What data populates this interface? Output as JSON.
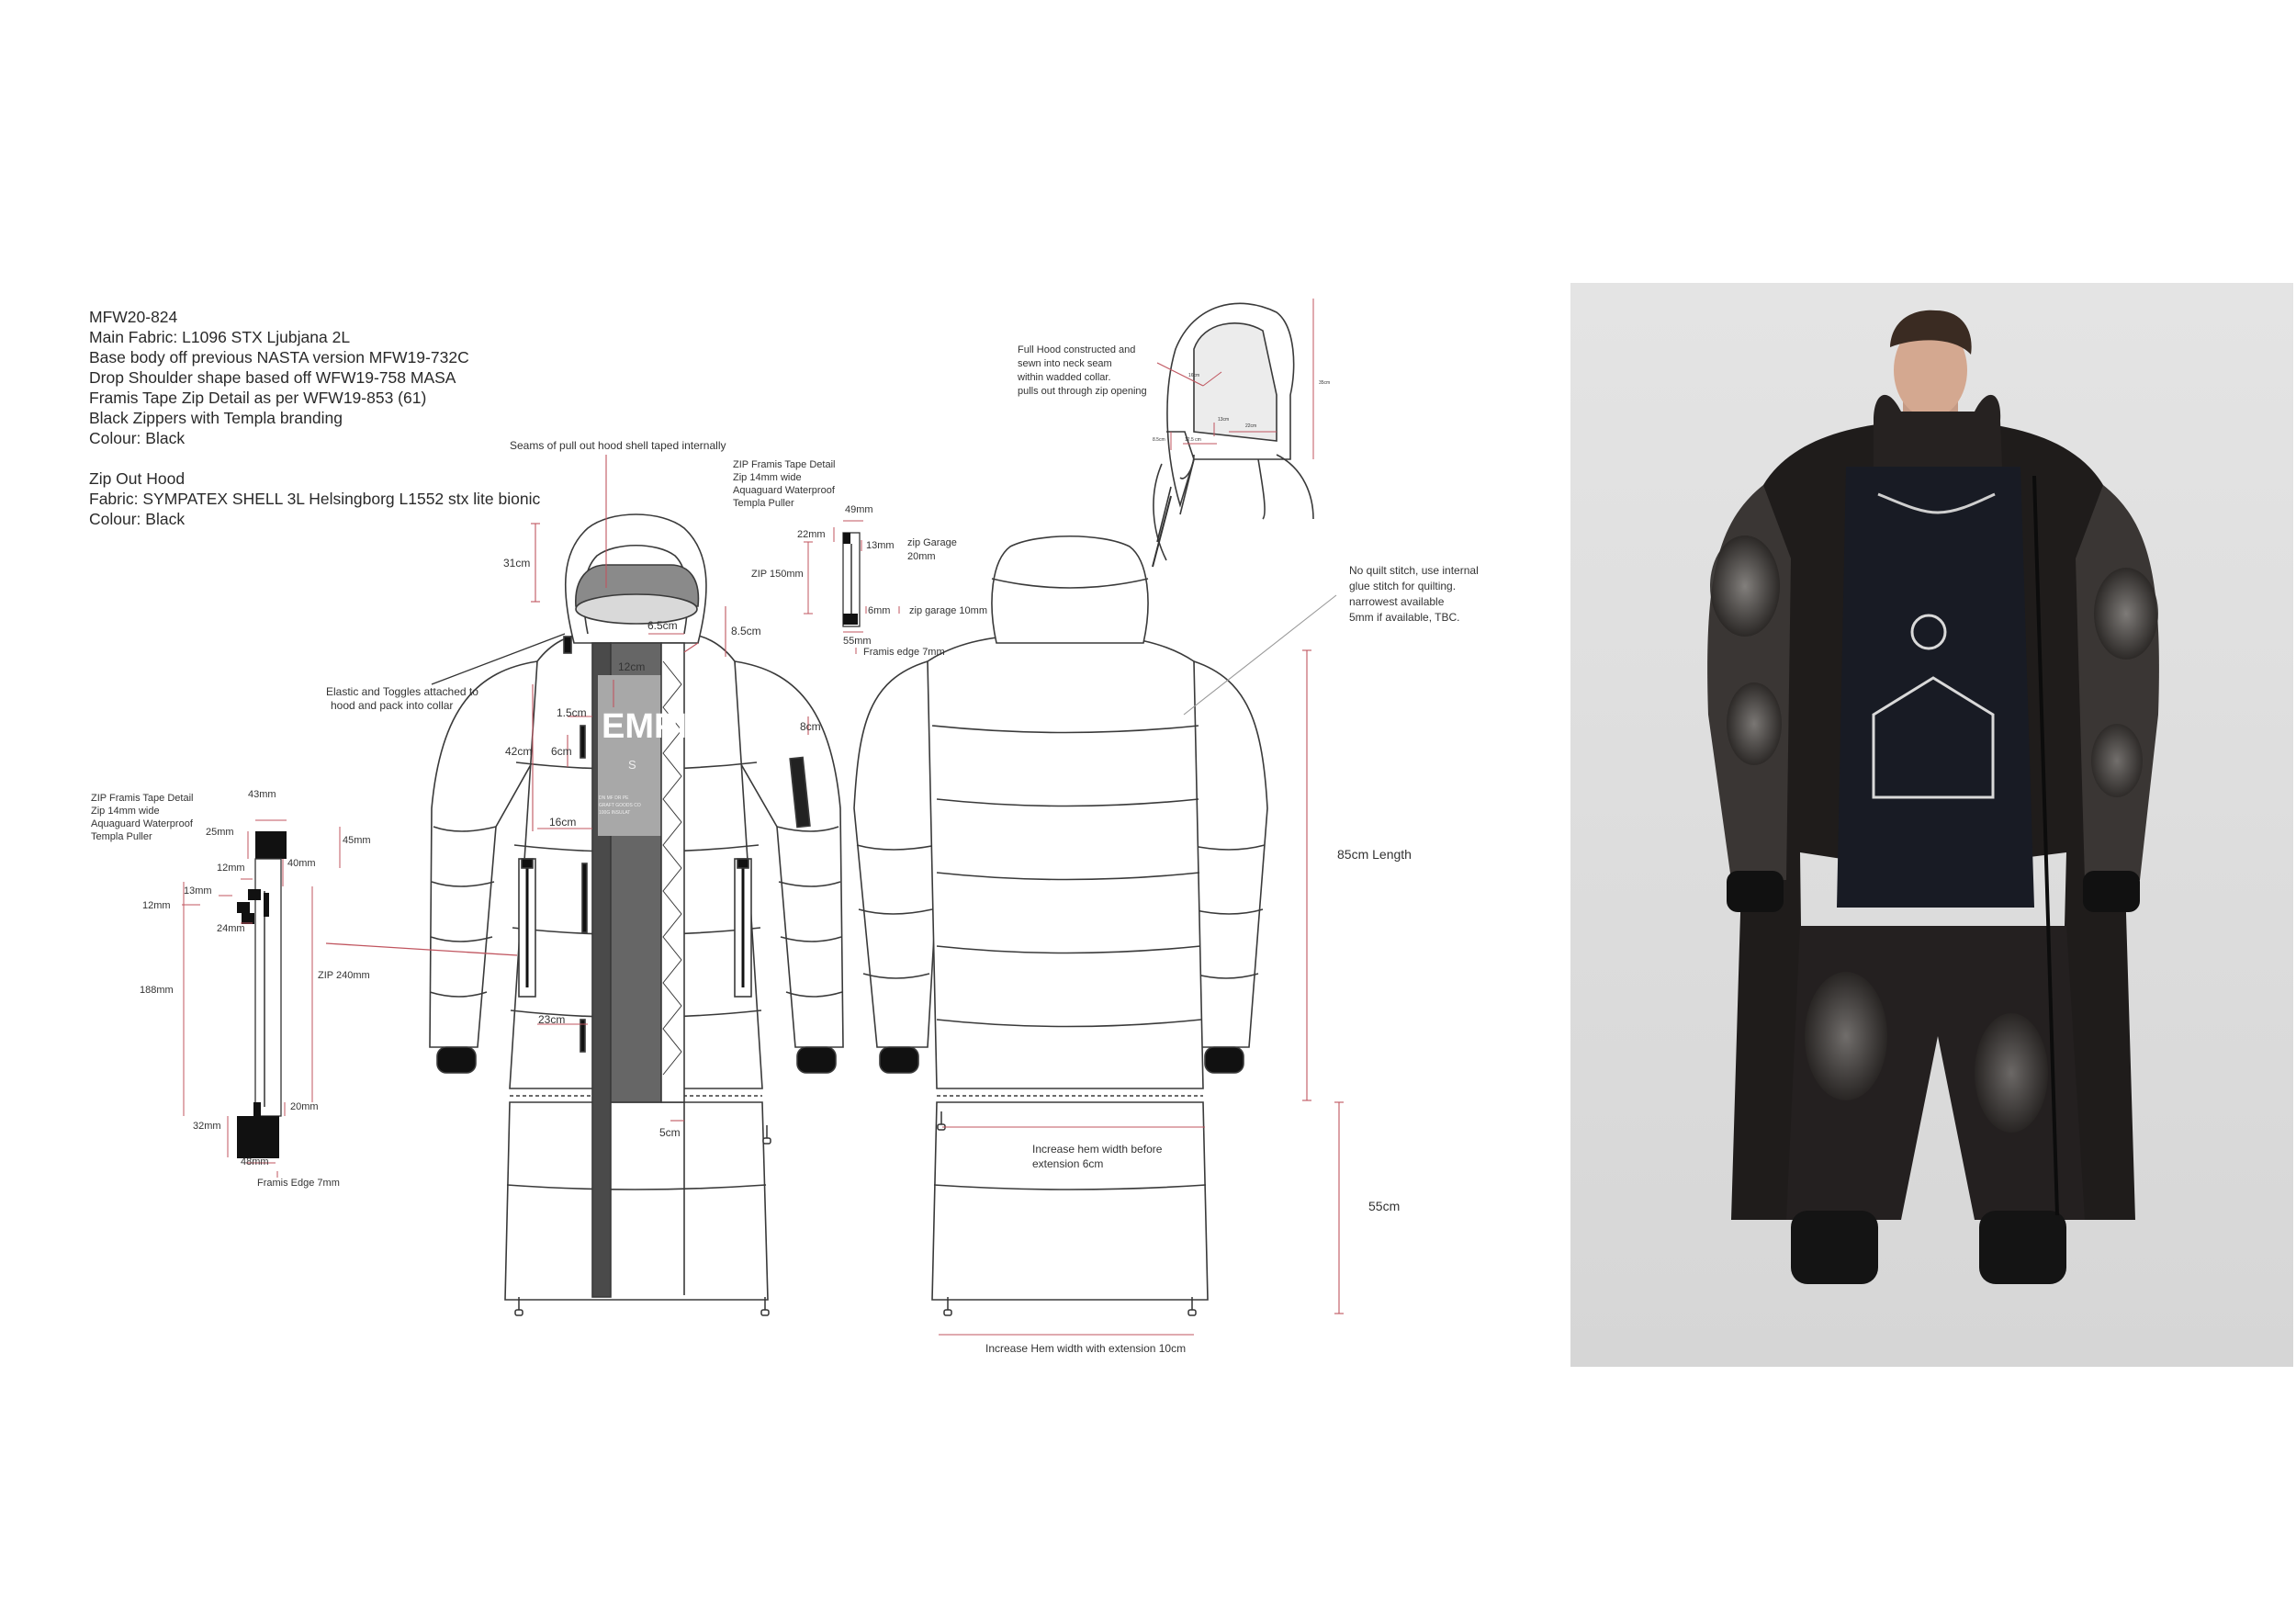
{
  "spec": {
    "lines": [
      "MFW20-824",
      "Main Fabric: L1096 STX Ljubjana 2L",
      "Base body off previous NASTA version MFW19-732C",
      "Drop Shoulder shape based off WFW19-758 MASA",
      "Framis Tape Zip Detail as per WFW19-853  (61)",
      "Black Zippers with Templa branding",
      "Colour: Black"
    ],
    "hood_lines": [
      "Zip Out Hood",
      "Fabric:  SYMPATEX SHELL 3L Helsingborg L1552 stx lite bionic",
      "Colour: Black"
    ]
  },
  "annotations": {
    "seams_hood": "Seams of pull out hood shell taped internally",
    "elastic_1": "Elastic and Toggles attached to",
    "elastic_2": "hood and pack into collar",
    "hood_note": [
      "Full Hood constructed and",
      "sewn into neck seam",
      "within wadded collar.",
      "pulls out through zip opening"
    ],
    "quilt_note": [
      "No quilt stitch, use internal",
      "glue stitch for quilting.",
      "narrowest available",
      "5mm if available, TBC."
    ],
    "hem_before": [
      "Increase hem width before",
      "extension 6cm"
    ],
    "hem_ext": "Increase Hem width with extension 10cm",
    "length": "85cm Length",
    "ext_len": "55cm"
  },
  "front_dims": {
    "d31": "31cm",
    "d65": "6.5cm",
    "d85": "8.5cm",
    "d12": "12cm",
    "d15": "1.5cm",
    "d42": "42cm",
    "d6": "6cm",
    "d8": "8cm",
    "d16": "16cm",
    "d23": "23cm",
    "d5": "5cm"
  },
  "chest_graphic": {
    "word": "EMPI",
    "letter": "S",
    "small": [
      "DN MF      DR PE",
      "GRAFT GOODS CO",
      "100G INSULAT"
    ]
  },
  "zip_detail_top": {
    "lines": [
      "ZIP Framis Tape Detail",
      "Zip 14mm wide",
      "Aquaguard Waterproof",
      "Templa Puller"
    ],
    "d49": "49mm",
    "d22": "22mm",
    "d13": "13mm",
    "garage": [
      "zip Garage",
      "20mm"
    ],
    "zip150": "ZIP 150mm",
    "d6": "6mm",
    "garage10": "zip garage 10mm",
    "d55": "55mm",
    "framis": "Framis edge 7mm"
  },
  "zip_detail_left": {
    "lines": [
      "ZIP Framis Tape Detail",
      "Zip 14mm wide",
      "Aquaguard Waterproof",
      "Templa Puller"
    ],
    "d43": "43mm",
    "d25": "25mm",
    "d45": "45mm",
    "d12a": "12mm",
    "d40": "40mm",
    "d13": "13mm",
    "d12b": "12mm",
    "d24": "24mm",
    "zip240": "ZIP 240mm",
    "d188": "188mm",
    "d20": "20mm",
    "d32": "32mm",
    "d48": "48mm",
    "framis": "Framis Edge 7mm"
  },
  "hood_dims": {
    "a": "16cm",
    "b": "13cm",
    "c": "8.5cm",
    "d": "22cm",
    "e": "12.5 cm",
    "f": "35cm"
  },
  "colors": {
    "ink": "#3a3a3a",
    "dim": "#c0555f",
    "garment_fill": "#ffffff",
    "placket": "#4a4a4a",
    "panel": "#a8a8a8"
  }
}
